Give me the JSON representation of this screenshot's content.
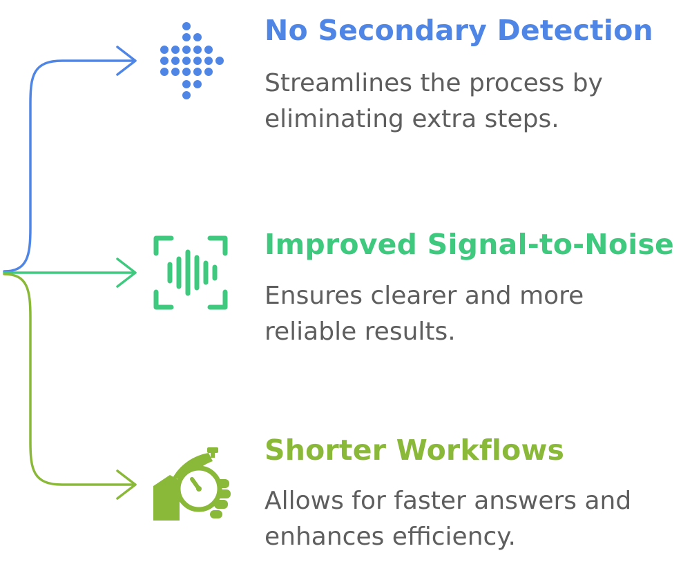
{
  "colors": {
    "blue": "#4f86e5",
    "green": "#3ec97f",
    "lime": "#8ab838",
    "description_text": "#5e5e5e"
  },
  "items": [
    {
      "title": "No Secondary Detection",
      "desc_line_1": "Streamlines the process by",
      "desc_line_2": "eliminating extra steps.",
      "icon": "dot-arrow-icon"
    },
    {
      "title": "Improved Signal-to-Noise",
      "desc_line_1": "Ensures clearer and more",
      "desc_line_2": "reliable results.",
      "icon": "audio-wave-scan-icon"
    },
    {
      "title": "Shorter Workflows",
      "desc_line_1": "Allows for faster answers and",
      "desc_line_2": "enhances efficiency.",
      "icon": "hand-stopwatch-icon"
    }
  ]
}
